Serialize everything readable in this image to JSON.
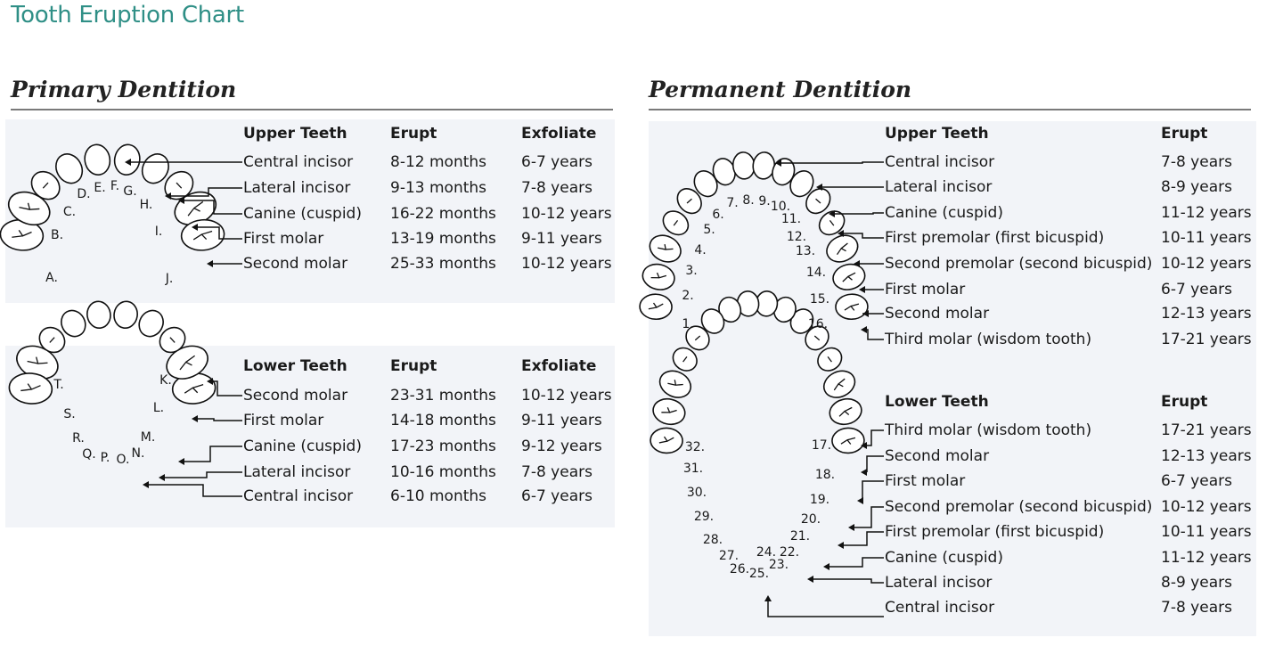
{
  "title": "Tooth Eruption Chart",
  "primary": {
    "heading": "Primary Dentition",
    "upper": {
      "headers": {
        "teeth": "Upper Teeth",
        "erupt": "Erupt",
        "exfoliate": "Exfoliate"
      },
      "rows": [
        {
          "name": "Central incisor",
          "erupt": "8-12 months",
          "exfoliate": "6-7 years"
        },
        {
          "name": "Lateral incisor",
          "erupt": "9-13 months",
          "exfoliate": "7-8 years"
        },
        {
          "name": "Canine (cuspid)",
          "erupt": "16-22 months",
          "exfoliate": "10-12 years"
        },
        {
          "name": "First molar",
          "erupt": "13-19 months",
          "exfoliate": "9-11 years"
        },
        {
          "name": "Second molar",
          "erupt": "25-33 months",
          "exfoliate": "10-12 years"
        }
      ],
      "letters": [
        "A.",
        "B.",
        "C.",
        "D.",
        "E.",
        "F.",
        "G.",
        "H.",
        "I.",
        "J."
      ]
    },
    "lower": {
      "headers": {
        "teeth": "Lower Teeth",
        "erupt": "Erupt",
        "exfoliate": "Exfoliate"
      },
      "rows": [
        {
          "name": "Second molar",
          "erupt": "23-31 months",
          "exfoliate": "10-12 years"
        },
        {
          "name": "First molar",
          "erupt": "14-18 months",
          "exfoliate": "9-11 years"
        },
        {
          "name": "Canine (cuspid)",
          "erupt": "17-23 months",
          "exfoliate": "9-12 years"
        },
        {
          "name": "Lateral incisor",
          "erupt": "10-16 months",
          "exfoliate": "7-8 years"
        },
        {
          "name": "Central incisor",
          "erupt": "6-10 months",
          "exfoliate": "6-7 years"
        }
      ],
      "letters": [
        "K.",
        "L.",
        "M.",
        "N.",
        "O.",
        "P.",
        "Q.",
        "R.",
        "S.",
        "T."
      ]
    }
  },
  "permanent": {
    "heading": "Permanent Dentition",
    "upper": {
      "headers": {
        "teeth": "Upper Teeth",
        "erupt": "Erupt"
      },
      "rows": [
        {
          "name": "Central incisor",
          "erupt": "7-8 years"
        },
        {
          "name": "Lateral incisor",
          "erupt": "8-9 years"
        },
        {
          "name": "Canine (cuspid)",
          "erupt": "11-12 years"
        },
        {
          "name": "First premolar (first bicuspid)",
          "erupt": "10-11 years"
        },
        {
          "name": "Second premolar (second bicuspid)",
          "erupt": "10-12 years"
        },
        {
          "name": "First molar",
          "erupt": "6-7 years"
        },
        {
          "name": "Second molar",
          "erupt": "12-13 years"
        },
        {
          "name": "Third molar (wisdom tooth)",
          "erupt": "17-21 years"
        }
      ],
      "numbers": [
        "1.",
        "2.",
        "3.",
        "4.",
        "5.",
        "6.",
        "7.",
        "8.",
        "9.",
        "10.",
        "11.",
        "12.",
        "13.",
        "14.",
        "15.",
        "16."
      ]
    },
    "lower": {
      "headers": {
        "teeth": "Lower Teeth",
        "erupt": "Erupt"
      },
      "rows": [
        {
          "name": "Third molar (wisdom tooth)",
          "erupt": "17-21 years"
        },
        {
          "name": "Second molar",
          "erupt": "12-13 years"
        },
        {
          "name": "First molar",
          "erupt": "6-7 years"
        },
        {
          "name": "Second premolar (second bicuspid)",
          "erupt": "10-12 years"
        },
        {
          "name": "First premolar (first bicuspid)",
          "erupt": "10-11 years"
        },
        {
          "name": "Canine (cuspid)",
          "erupt": "11-12 years"
        },
        {
          "name": "Lateral incisor",
          "erupt": "8-9 years"
        },
        {
          "name": "Central incisor",
          "erupt": "7-8 years"
        }
      ],
      "numbers": [
        "17.",
        "18.",
        "19.",
        "20.",
        "21.",
        "22.",
        "23.",
        "24.",
        "25.",
        "26.",
        "27.",
        "28.",
        "29.",
        "30.",
        "31.",
        "32."
      ]
    }
  }
}
